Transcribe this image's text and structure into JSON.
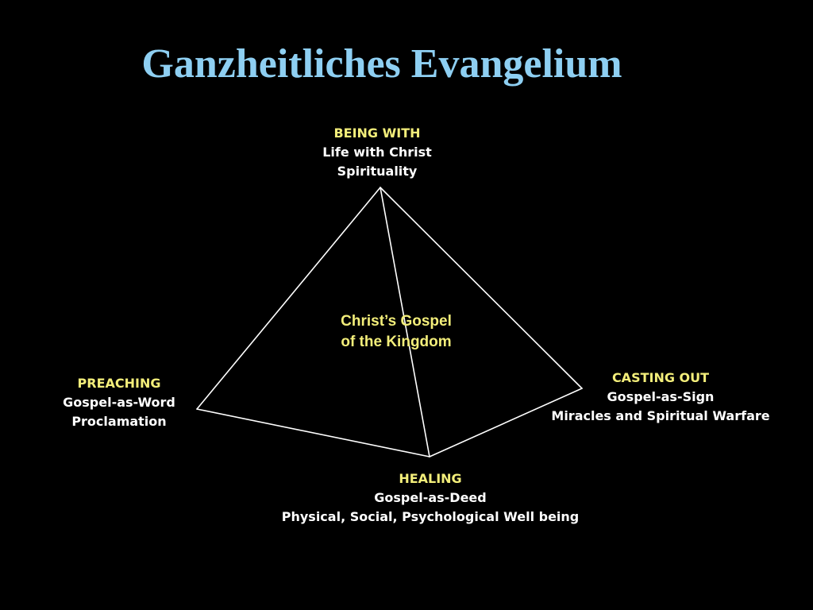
{
  "title": "Ganzheitliches Evangelium",
  "center": {
    "line1": "Christ’s Gospel",
    "line2": "of the Kingdom"
  },
  "nodes": {
    "top": {
      "heading": "BEING WITH",
      "line1": "Life with Christ",
      "line2": "Spirituality"
    },
    "left": {
      "heading": "PREACHING",
      "line1": "Gospel-as-Word",
      "line2": "Proclamation"
    },
    "right": {
      "heading": "CASTING OUT",
      "line1": "Gospel-as-Sign",
      "line2": "Miracles and Spiritual Warfare"
    },
    "bottom": {
      "heading": "HEALING",
      "line1": "Gospel-as-Deed",
      "line2": "Physical, Social, Psychological Well being"
    }
  },
  "colors": {
    "background": "#000000",
    "title": "#8ecff2",
    "heading": "#f3ee7a",
    "text": "#ffffff",
    "lines": "#ffffff"
  }
}
